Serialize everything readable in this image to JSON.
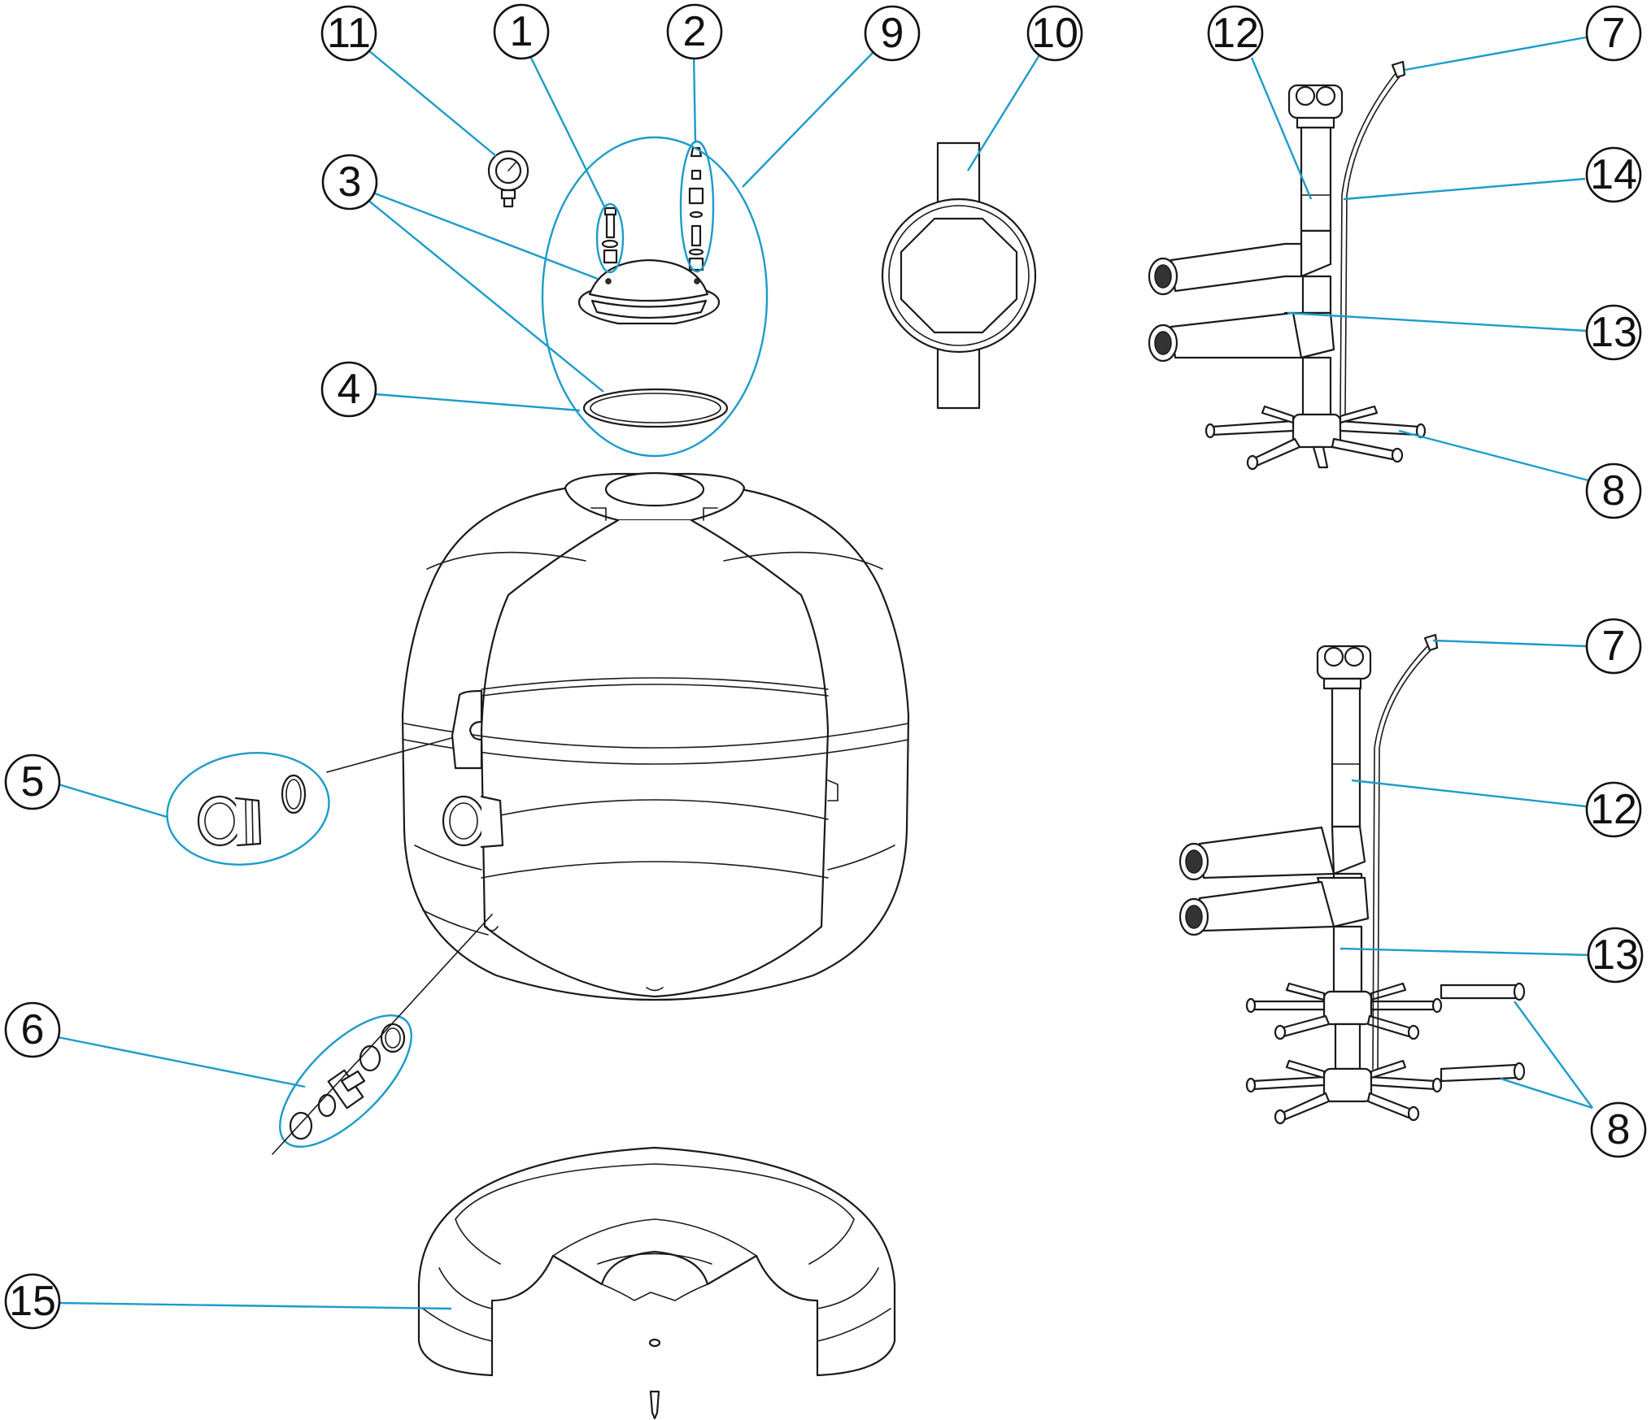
{
  "colors": {
    "leader": "#1d9bc9",
    "line": "#1a1a1a",
    "background": "#ffffff"
  },
  "callouts": [
    {
      "id": "c11",
      "label": "11"
    },
    {
      "id": "c1",
      "label": "1"
    },
    {
      "id": "c2",
      "label": "2"
    },
    {
      "id": "c9",
      "label": "9"
    },
    {
      "id": "c10",
      "label": "10"
    },
    {
      "id": "c12a",
      "label": "12"
    },
    {
      "id": "c7a",
      "label": "7"
    },
    {
      "id": "c3",
      "label": "3"
    },
    {
      "id": "c14",
      "label": "14"
    },
    {
      "id": "c13a",
      "label": "13"
    },
    {
      "id": "c4",
      "label": "4"
    },
    {
      "id": "c8a",
      "label": "8"
    },
    {
      "id": "c7b",
      "label": "7"
    },
    {
      "id": "c5",
      "label": "5"
    },
    {
      "id": "c12b",
      "label": "12"
    },
    {
      "id": "c13b",
      "label": "13"
    },
    {
      "id": "c6",
      "label": "6"
    },
    {
      "id": "c8b",
      "label": "8"
    },
    {
      "id": "c15",
      "label": "15"
    }
  ]
}
